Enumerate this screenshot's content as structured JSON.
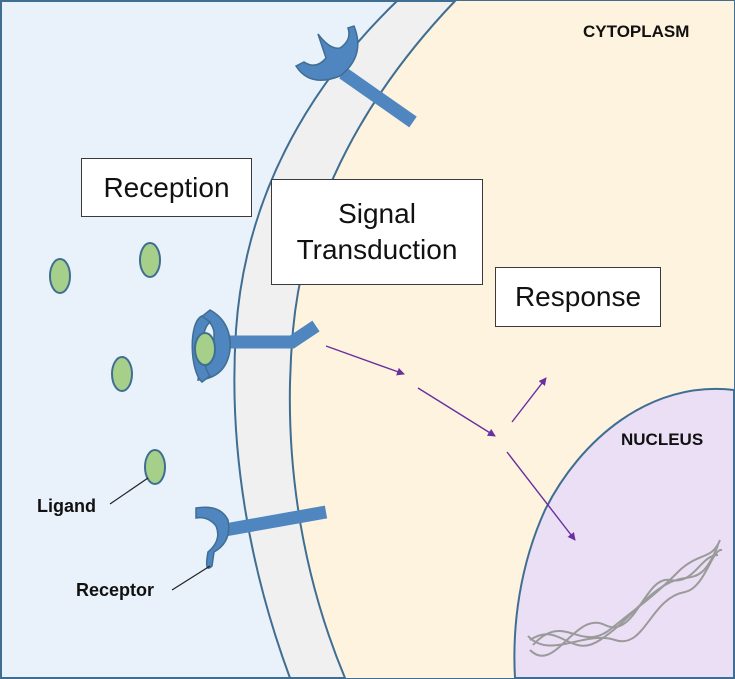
{
  "labels": {
    "cytoplasm": "CYTOPLASM",
    "nucleus": "NUCLEUS",
    "reception": "Reception",
    "signal_transduction_line1": "Signal",
    "signal_transduction_line2": "Transduction",
    "response": "Response",
    "ligand": "Ligand",
    "receptor": "Receptor"
  },
  "colors": {
    "extracellular": "#e9f1fa",
    "cytoplasm": "#fdf3de",
    "membrane": "#f0f0f0",
    "nucleus": "#eadff4",
    "receptor": "#4f86c0",
    "ligand": "#a6d08a",
    "arrow": "#6a2fa0",
    "dna": "#9a9a9a",
    "outline": "#3f6e92"
  },
  "icons": [
    "receptor-icon",
    "ligand-icon",
    "dna-icon",
    "arrow-icon"
  ]
}
